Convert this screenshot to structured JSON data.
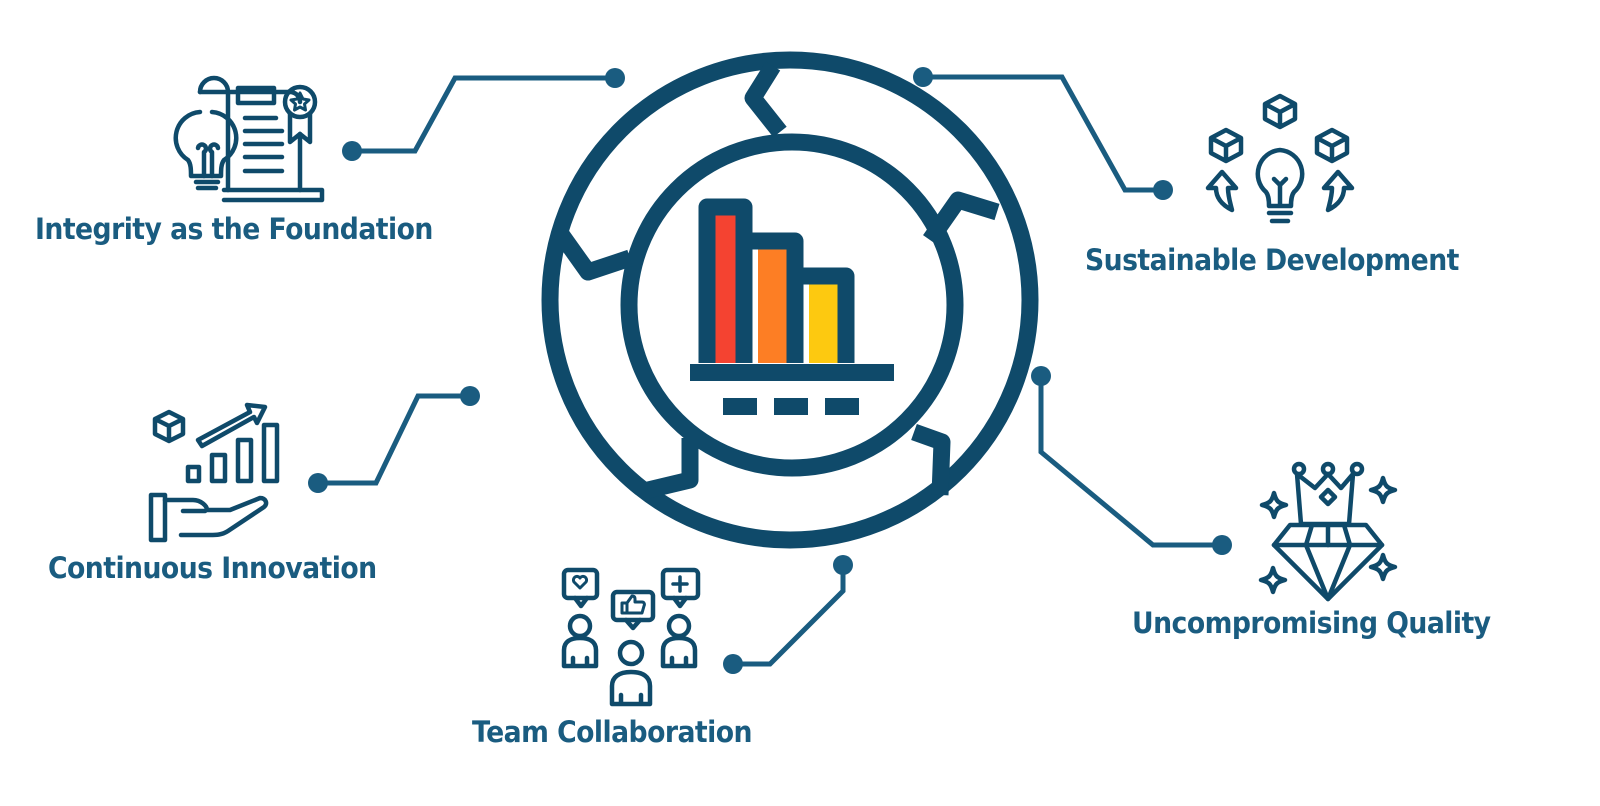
{
  "diagram": {
    "type": "hub-and-spoke",
    "center": {
      "icon": "bar-chart-cycle-icon",
      "bar_colors": [
        "#f44331",
        "#fd7e24",
        "#fdc910"
      ],
      "ring_color": "#0f4a6a"
    },
    "connector_color": "#1a5c80",
    "text_color": "#1a5c80",
    "nodes": [
      {
        "id": "integrity",
        "label": "Integrity as the Foundation",
        "icon": "lightbulb-certificate-icon",
        "position": "top-left"
      },
      {
        "id": "innovation",
        "label": "Continuous Innovation",
        "icon": "hand-growth-chart-icon",
        "position": "middle-left"
      },
      {
        "id": "collaboration",
        "label": "Team Collaboration",
        "icon": "team-feedback-icon",
        "position": "bottom-center"
      },
      {
        "id": "sustainable",
        "label": "Sustainable Development",
        "icon": "lightbulb-cubes-icon",
        "position": "top-right"
      },
      {
        "id": "quality",
        "label": "Uncompromising Quality",
        "icon": "crown-diamond-icon",
        "position": "bottom-right"
      }
    ]
  }
}
